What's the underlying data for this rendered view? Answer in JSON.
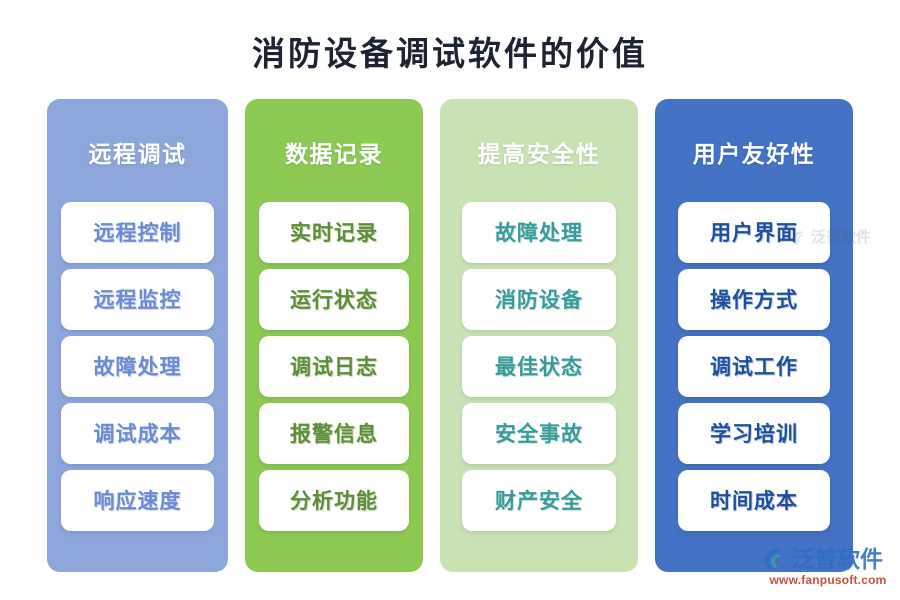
{
  "page": {
    "title": "消防设备调试软件的价值"
  },
  "columns": [
    {
      "header": "远程调试",
      "color": "#8da7dd",
      "text_color": "#6b8ad4",
      "items": [
        "远程控制",
        "远程监控",
        "故障处理",
        "调试成本",
        "响应速度"
      ]
    },
    {
      "header": "数据记录",
      "color": "#8dca54",
      "text_color": "#5e8c3a",
      "items": [
        "实时记录",
        "运行状态",
        "调试日志",
        "报警信息",
        "分析功能"
      ]
    },
    {
      "header": "提高安全性",
      "color": "#c9e2b4",
      "text_color": "#3a9a9a",
      "items": [
        "故障处理",
        "消防设备",
        "最佳状态",
        "安全事故",
        "财产安全"
      ]
    },
    {
      "header": "用户友好性",
      "color": "#4472c4",
      "text_color": "#1f4e9c",
      "items": [
        "用户界面",
        "操作方式",
        "调试工作",
        "学习培训",
        "时间成本"
      ]
    }
  ],
  "watermark": {
    "brand": "泛普软件",
    "url": "www.fanpusoft.com",
    "logo_icon": "fanpu-logo-icon",
    "ghost_brand": "泛普软件"
  }
}
